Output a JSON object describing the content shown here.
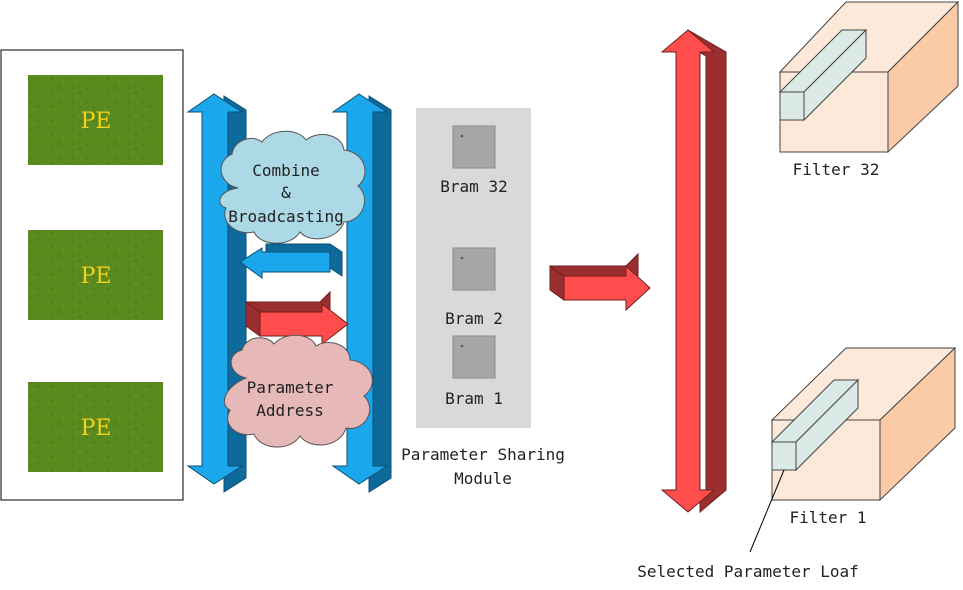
{
  "pe_blocks": [
    {
      "label": "PE"
    },
    {
      "label": "PE"
    },
    {
      "label": "PE"
    }
  ],
  "clouds": {
    "combine": {
      "lines": [
        "Combine",
        "&",
        "Broadcasting"
      ]
    },
    "param_address": {
      "lines": [
        "Parameter",
        "Address"
      ]
    }
  },
  "brams": [
    {
      "label": "Bram 32"
    },
    {
      "label": "Bram 2"
    },
    {
      "label": "Bram 1"
    }
  ],
  "module_label": {
    "lines": [
      "Parameter Sharing",
      "Module"
    ]
  },
  "filters": [
    {
      "label": "Filter 32"
    },
    {
      "label": "Filter 1"
    }
  ],
  "selected_label": "Selected Parameter Loaf",
  "colors": {
    "pe_fill": "#5a8a1e",
    "pe_text": "#f3d21b",
    "blue_arrow": "#1aa7ec",
    "blue_arrow_dark": "#0e6a9a",
    "red_arrow": "#ff4d4d",
    "red_arrow_dark": "#9b2f2f",
    "cloud_blue": "#add8e6",
    "cloud_pink": "#e6b8b7",
    "module_bg": "#d9d9d9",
    "bram_fill": "#a6a6a6",
    "cube_front": "#fde9d9",
    "cube_side": "#fbcaa6",
    "strip_fill": "#dbeae6"
  }
}
